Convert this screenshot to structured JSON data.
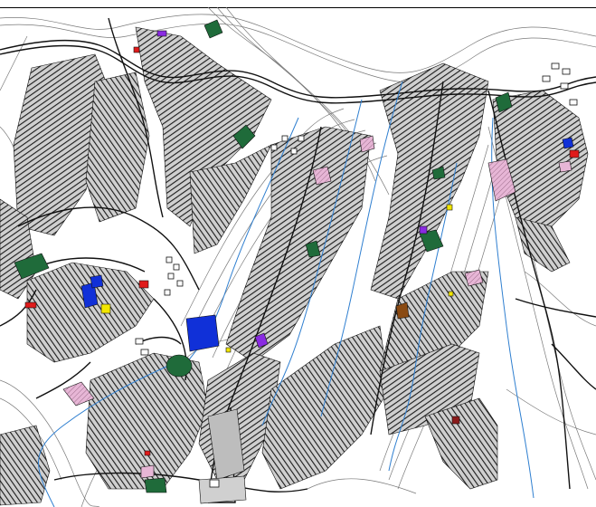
{
  "map": {
    "kind": "urban site plan with topographic contours",
    "labels": [],
    "colors": {
      "background": "#ffffff",
      "contour": "#7a7a7a",
      "road": "#111111",
      "built_block": "#2a2a2a",
      "block_fill": "#c8c8c8",
      "stream": "#2f7fd0",
      "green_area": "#1f6b3a",
      "sports_court": "#1030d8",
      "institution_red": "#e01b1b",
      "institution_yellow": "#f2e600",
      "institution_purple": "#8a2be2",
      "institution_pink": "#e7b6d6",
      "institution_brown": "#8a4a12"
    },
    "layers": [
      "contour-lines",
      "roads",
      "built-blocks",
      "streams",
      "land-use-patches"
    ]
  }
}
